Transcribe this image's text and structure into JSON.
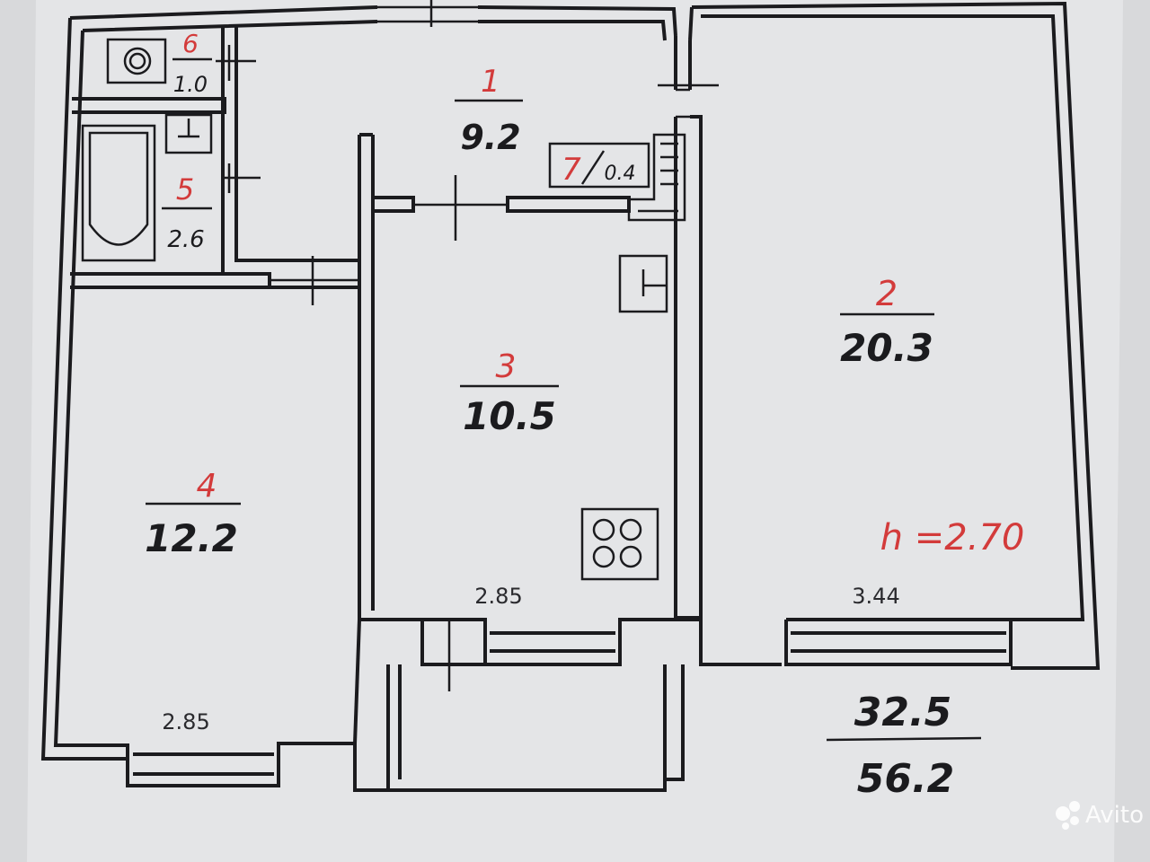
{
  "rooms": [
    {
      "num": "1",
      "area": "9.2"
    },
    {
      "num": "2",
      "area": "20.3"
    },
    {
      "num": "3",
      "area": "10.5"
    },
    {
      "num": "4",
      "area": "12.2"
    },
    {
      "num": "5",
      "area": "2.6"
    },
    {
      "num": "6",
      "area": "1.0"
    },
    {
      "num": "7",
      "area": "0.4"
    }
  ],
  "dimensions": {
    "kitchen_width": "2.85",
    "bedroom_width": "2.85",
    "living_width": "3.44"
  },
  "ceiling_height": "h =2.70",
  "totals": {
    "living_area": "32.5",
    "total_area": "56.2"
  },
  "watermark": "Avito",
  "colors": {
    "paper": "#e6e7e9",
    "ink": "#1b1b1e",
    "handwriting": "#d33b3b"
  }
}
